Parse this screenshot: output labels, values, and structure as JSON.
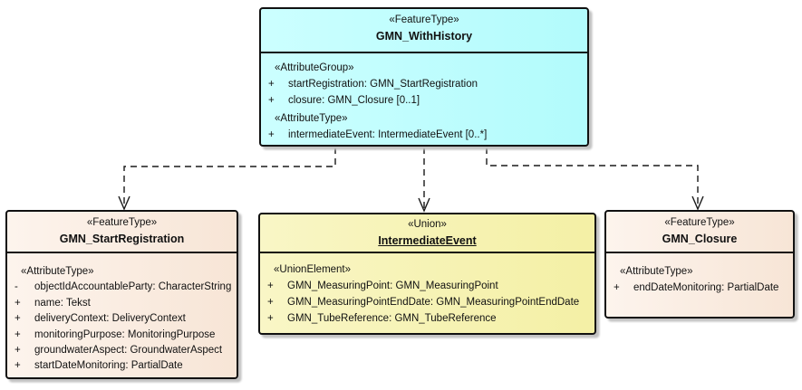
{
  "canvas": {
    "background": "#ffffff"
  },
  "colors": {
    "feature_type_fill": "#f9e8db",
    "feature_type_fill_light": "#fdf4ed",
    "history_fill": "#b4fdfd",
    "history_fill_light": "#ccffff",
    "union_fill": "#f5f2ab",
    "union_fill_light": "#f9f6c6",
    "border": "#111111",
    "shadow": "#c2c2c2",
    "connector_line": "#1a1a1a"
  },
  "classes": [
    {
      "id": "gmn-withhistory",
      "stereotype": "«FeatureType»",
      "name": "GMN_WithHistory",
      "fill": {
        "from": "#ccffff",
        "to": "#b2fbfc"
      },
      "sections": [
        {
          "heading": "«AttributeGroup»",
          "attributes": [
            {
              "vis": "+",
              "text": "startRegistration: GMN_StartRegistration"
            },
            {
              "vis": "+",
              "text": "closure: GMN_Closure [0..1]"
            }
          ]
        },
        {
          "heading": "«AttributeType»",
          "attributes": [
            {
              "vis": "+",
              "text": "intermediateEvent: IntermediateEvent [0..*]"
            }
          ]
        }
      ]
    },
    {
      "id": "gmn-startregistration",
      "stereotype": "«FeatureType»",
      "name": "GMN_StartRegistration",
      "fill": {
        "from": "#fdf4ed",
        "to": "#f7e5d6"
      },
      "sections": [
        {
          "heading": "«AttributeType»",
          "attributes": [
            {
              "vis": "-",
              "text": "objectIdAccountableParty: CharacterString"
            },
            {
              "vis": "+",
              "text": "name: Tekst"
            },
            {
              "vis": "+",
              "text": "deliveryContext: DeliveryContext"
            },
            {
              "vis": "+",
              "text": "monitoringPurpose: MonitoringPurpose"
            },
            {
              "vis": "+",
              "text": "groundwaterAspect: GroundwaterAspect"
            },
            {
              "vis": "+",
              "text": "startDateMonitoring: PartialDate"
            }
          ]
        }
      ]
    },
    {
      "id": "intermediateevent",
      "stereotype": "«Union»",
      "name": "IntermediateEvent",
      "fill": {
        "from": "#f9f6c6",
        "to": "#f4f0a5"
      },
      "sections": [
        {
          "heading": "«UnionElement»",
          "attributes": [
            {
              "vis": "+",
              "text": "GMN_MeasuringPoint: GMN_MeasuringPoint"
            },
            {
              "vis": "+",
              "text": "GMN_MeasuringPointEndDate: GMN_MeasuringPointEndDate"
            },
            {
              "vis": "+",
              "text": "GMN_TubeReference: GMN_TubeReference"
            }
          ]
        }
      ]
    },
    {
      "id": "gmn-closure",
      "stereotype": "«FeatureType»",
      "name": "GMN_Closure",
      "fill": {
        "from": "#fdf4ed",
        "to": "#f7e5d6"
      },
      "sections": [
        {
          "heading": "«AttributeType»",
          "attributes": [
            {
              "vis": "+",
              "text": "endDateMonitoring: PartialDate"
            }
          ]
        }
      ]
    }
  ],
  "connectors": [
    {
      "type": "dependency",
      "style": "dashed",
      "from": "GMN_WithHistory",
      "to": "GMN_StartRegistration"
    },
    {
      "type": "dependency",
      "style": "dashed",
      "from": "GMN_WithHistory",
      "to": "IntermediateEvent"
    },
    {
      "type": "dependency",
      "style": "dashed",
      "from": "GMN_WithHistory",
      "to": "GMN_Closure"
    }
  ]
}
